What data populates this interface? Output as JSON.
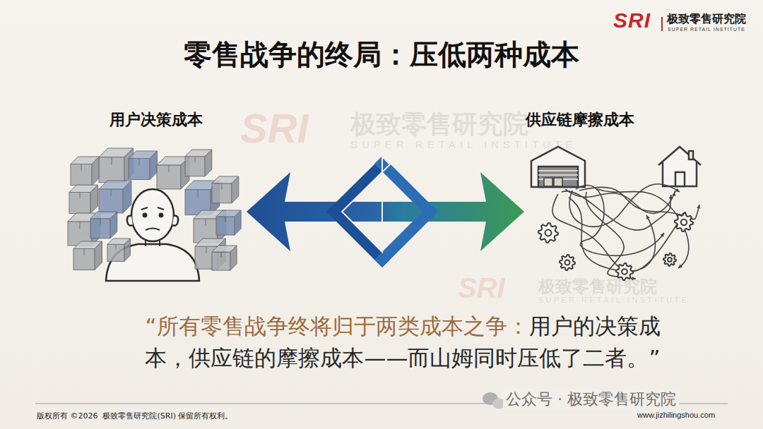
{
  "diagram": {
    "title": "零售战争的终局：压低两种成本",
    "nodes": [
      {
        "text": [
          "用户决策成本"
        ]
      },
      {
        "text": [
          "供应链摩擦成本"
        ]
      }
    ],
    "edges": [
      {
        "from": 0,
        "to": 1,
        "arrow": "both"
      }
    ],
    "labels": [
      "SRI",
      "极致零售研究院",
      "SUPER RETAIL INSTITUTE",
      "SRI",
      "极致零售研究院",
      "SUPER RETAIL INSTITUTE",
      "SRI",
      "极致零售研究院",
      "SUPER RETAIL INSTITUTE",
      "“所有零售战争终将归于两类成本之争：",
      "用户的决策成本，供应链的摩擦成本——而山姆同时压低了二者。”",
      "公众号 · 极致零售研究院",
      "版权所有 ©2026  极致零售研究院(SRI) 保留所有权利。",
      "www.jizhilingshou.com"
    ]
  }
}
